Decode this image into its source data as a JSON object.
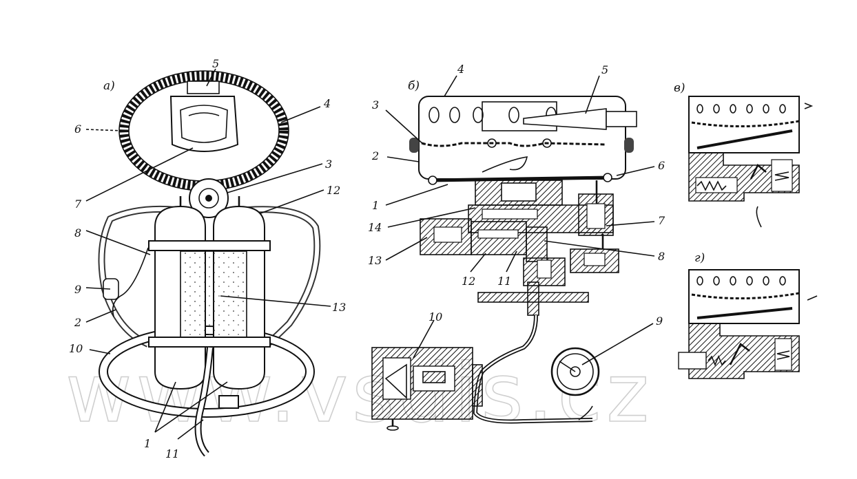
{
  "watermark": "www.vsdis.cz",
  "panels": [
    {
      "id": "a",
      "label": "а)",
      "callouts": [
        "1",
        "2",
        "3",
        "4",
        "5",
        "6",
        "7",
        "8",
        "9",
        "10",
        "11",
        "12",
        "13"
      ]
    },
    {
      "id": "b",
      "label": "б)",
      "callouts": [
        "1",
        "2",
        "3",
        "4",
        "5",
        "6",
        "7",
        "8",
        "9",
        "10",
        "11",
        "12",
        "13",
        "14"
      ]
    },
    {
      "id": "v",
      "label": "в)"
    },
    {
      "id": "g",
      "label": "г)"
    }
  ],
  "callout_labels": {
    "a": {
      "n5": "5",
      "n4": "4",
      "n6": "6",
      "n3": "3",
      "n12": "12",
      "n7": "7",
      "n8": "8",
      "n9": "9",
      "n2": "2",
      "n13": "13",
      "n10": "10",
      "n1": "1",
      "n11": "11"
    },
    "b": {
      "n4": "4",
      "n5": "5",
      "n3": "3",
      "n2": "2",
      "n6": "6",
      "n1": "1",
      "n14": "14",
      "n7": "7",
      "n13": "13",
      "n8": "8",
      "n12": "12",
      "n11": "11",
      "n10": "10",
      "n9": "9"
    }
  }
}
